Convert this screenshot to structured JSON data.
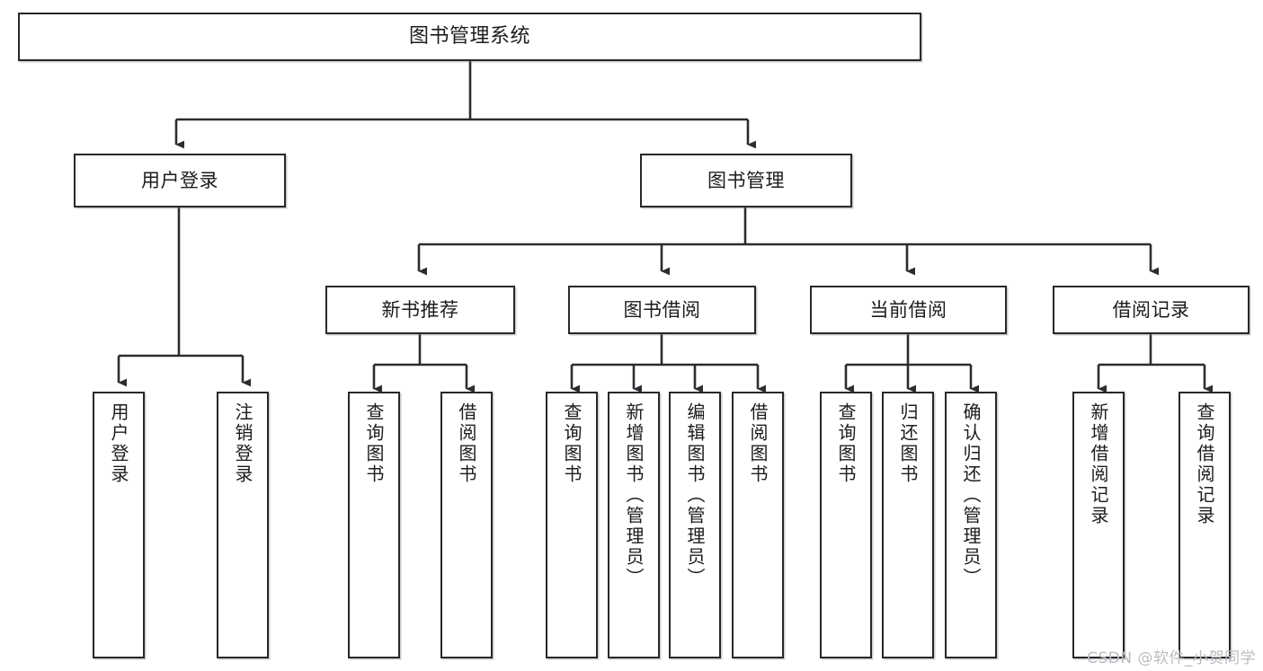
{
  "diagram": {
    "title": "图书管理系统",
    "type": "tree-hierarchy",
    "root": {
      "label": "图书管理系统"
    },
    "level2": [
      {
        "label": "用户登录"
      },
      {
        "label": "图书管理"
      }
    ],
    "level3": [
      {
        "label": "新书推荐"
      },
      {
        "label": "图书借阅"
      },
      {
        "label": "当前借阅"
      },
      {
        "label": "借阅记录"
      }
    ],
    "leaves": {
      "user_login": [
        {
          "label": "用户登录"
        },
        {
          "label": "注销登录"
        }
      ],
      "new_book_recommend": [
        {
          "label": "查询图书"
        },
        {
          "label": "借阅图书"
        }
      ],
      "book_borrow": [
        {
          "label": "查询图书"
        },
        {
          "label": "新增图书（管理员）"
        },
        {
          "label": "编辑图书（管理员）"
        },
        {
          "label": "借阅图书"
        }
      ],
      "current_borrow": [
        {
          "label": "查询图书"
        },
        {
          "label": "归还图书"
        },
        {
          "label": "确认归还（管理员）"
        }
      ],
      "borrow_record": [
        {
          "label": "新增借阅记录"
        },
        {
          "label": "查询借阅记录"
        }
      ]
    }
  },
  "watermark": {
    "text": "CSDN @软件_小贺同学"
  },
  "colors": {
    "border": "#26282b",
    "background": "#ffffff",
    "text": "#1b1c1e",
    "watermark": "#b9bcc0"
  }
}
